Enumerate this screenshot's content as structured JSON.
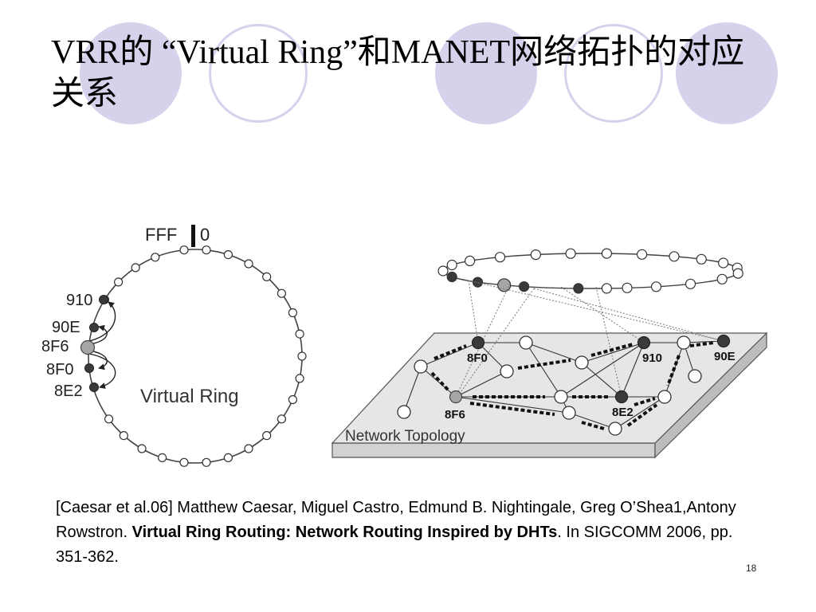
{
  "slide": {
    "title": "VRR的 “Virtual Ring”和MANET网络拓扑的对应关系",
    "page_number": "18"
  },
  "virtual_ring": {
    "label": "Virtual Ring",
    "top_label_left": "FFF",
    "top_label_right": "0",
    "node_labels": [
      "910",
      "90E",
      "8F6",
      "8F0",
      "8E2"
    ]
  },
  "network_topology": {
    "label": "Network Topology",
    "node_labels": [
      "8F0",
      "910",
      "90E",
      "8F6",
      "8E2"
    ]
  },
  "citation": {
    "authors": "[Caesar et al.06] Matthew Caesar, Miguel Castro, Edmund B. Nightingale, Greg O’Shea1,Antony Rowstron. ",
    "paper_title": "Virtual Ring Routing: Network Routing Inspired by DHTs",
    "venue": ". In SIGCOMM 2006, pp. 351-362."
  },
  "colors": {
    "decor_circle": "#d5d3ec",
    "node_dark": "#3a3a3a",
    "node_grey": "#a6a6a6",
    "node_white": "#ffffff",
    "plane_fill": "#e6e6e6"
  }
}
